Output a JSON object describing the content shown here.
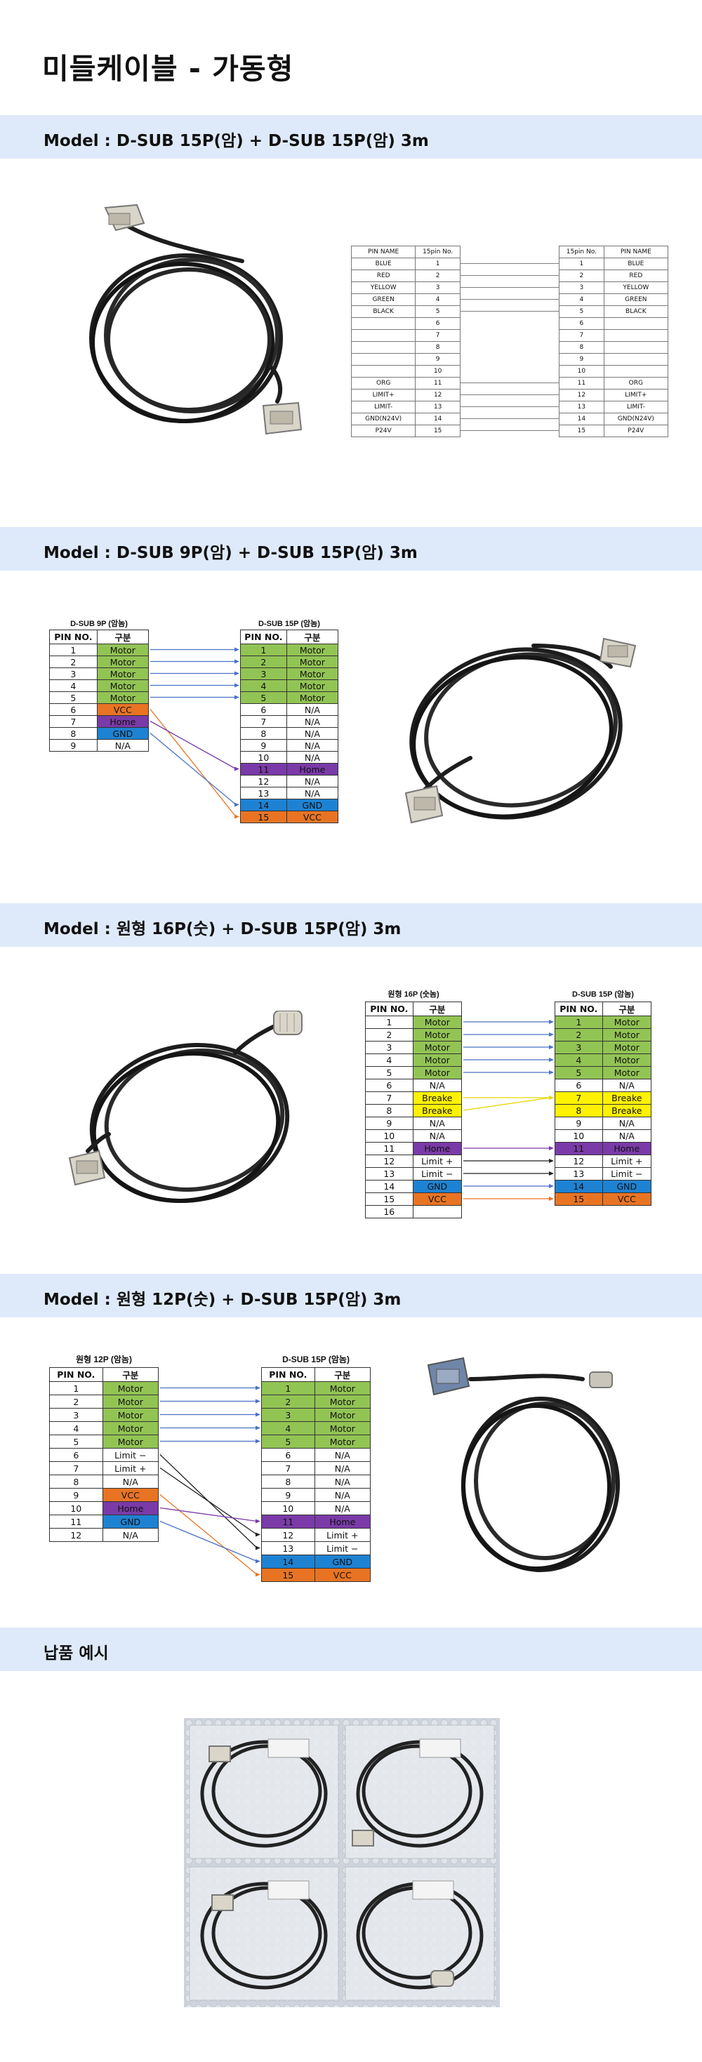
{
  "page": {
    "title": "미들케이블 - 가동형"
  },
  "sections": [
    {
      "label": "Model : D-SUB 15P(암) + D-SUB 15P(암) 3m"
    },
    {
      "label": "Model : D-SUB 9P(암) + D-SUB 15P(암) 3m"
    },
    {
      "label": "Model : 원형 16P(숫) + D-SUB 15P(암) 3m"
    },
    {
      "label": "Model : 원형 12P(숫) + D-SUB 15P(암) 3m"
    },
    {
      "label": "납품 예시"
    }
  ],
  "colors": {
    "band": "#deeafa",
    "motor": "#92c454",
    "vcc": "#e87423",
    "home": "#7a3aa8",
    "gnd": "#1e82d2",
    "brake": "#fff200",
    "wire_blue": "#4a72c4",
    "wire_orange": "#e87423",
    "wire_purple": "#7a3aa8",
    "wire_yellow": "#e6d600",
    "wire_black": "#222222"
  },
  "icons": [
    "cable-photo",
    "dsub-connector-icon",
    "round-connector-icon",
    "packaged-cables-photo"
  ],
  "table1": {
    "left_headers": [
      "PIN NAME",
      "15pin No."
    ],
    "right_headers": [
      "15pin No.",
      "PIN NAME"
    ],
    "rows": [
      [
        "BLUE",
        "1",
        "1",
        "BLUE"
      ],
      [
        "RED",
        "2",
        "2",
        "RED"
      ],
      [
        "YELLOW",
        "3",
        "3",
        "YELLOW"
      ],
      [
        "GREEN",
        "4",
        "4",
        "GREEN"
      ],
      [
        "BLACK",
        "5",
        "5",
        "BLACK"
      ],
      [
        "",
        "6",
        "6",
        ""
      ],
      [
        "",
        "7",
        "7",
        ""
      ],
      [
        "",
        "8",
        "8",
        ""
      ],
      [
        "",
        "9",
        "9",
        ""
      ],
      [
        "",
        "10",
        "10",
        ""
      ],
      [
        "ORG",
        "11",
        "11",
        "ORG"
      ],
      [
        "LIMIT+",
        "12",
        "12",
        "LIMIT+"
      ],
      [
        "LIMIT-",
        "13",
        "13",
        "LIMIT-"
      ],
      [
        "GND(N24V)",
        "14",
        "14",
        "GND(N24V)"
      ],
      [
        "P24V",
        "15",
        "15",
        "P24V"
      ]
    ]
  },
  "table2": {
    "left_caption": "D-SUB 9P (암놈)",
    "right_caption": "D-SUB 15P (암놈)",
    "headers": [
      "PIN NO.",
      "구분"
    ],
    "left_rows": [
      [
        "1",
        "Motor",
        "motor"
      ],
      [
        "2",
        "Motor",
        "motor"
      ],
      [
        "3",
        "Motor",
        "motor"
      ],
      [
        "4",
        "Motor",
        "motor"
      ],
      [
        "5",
        "Motor",
        "motor"
      ],
      [
        "6",
        "VCC",
        "vcc"
      ],
      [
        "7",
        "Home",
        "home"
      ],
      [
        "8",
        "GND",
        "gnd"
      ],
      [
        "9",
        "N/A",
        ""
      ]
    ],
    "right_rows": [
      [
        "1",
        "Motor",
        "motor"
      ],
      [
        "2",
        "Motor",
        "motor"
      ],
      [
        "3",
        "Motor",
        "motor"
      ],
      [
        "4",
        "Motor",
        "motor"
      ],
      [
        "5",
        "Motor",
        "motor"
      ],
      [
        "6",
        "N/A",
        ""
      ],
      [
        "7",
        "N/A",
        ""
      ],
      [
        "8",
        "N/A",
        ""
      ],
      [
        "9",
        "N/A",
        ""
      ],
      [
        "10",
        "N/A",
        ""
      ],
      [
        "11",
        "Home",
        "home"
      ],
      [
        "12",
        "N/A",
        ""
      ],
      [
        "13",
        "N/A",
        ""
      ],
      [
        "14",
        "GND",
        "gnd"
      ],
      [
        "15",
        "VCC",
        "vcc"
      ]
    ]
  },
  "table3": {
    "left_caption": "원형 16P (숫놈)",
    "right_caption": "D-SUB 15P (암놈)",
    "headers": [
      "PIN NO.",
      "구분"
    ],
    "left_rows": [
      [
        "1",
        "Motor",
        "motor"
      ],
      [
        "2",
        "Motor",
        "motor"
      ],
      [
        "3",
        "Motor",
        "motor"
      ],
      [
        "4",
        "Motor",
        "motor"
      ],
      [
        "5",
        "Motor",
        "motor"
      ],
      [
        "6",
        "N/A",
        ""
      ],
      [
        "7",
        "Breake",
        "brake"
      ],
      [
        "8",
        "Breake",
        "brake"
      ],
      [
        "9",
        "N/A",
        ""
      ],
      [
        "10",
        "N/A",
        ""
      ],
      [
        "11",
        "Home",
        "home"
      ],
      [
        "12",
        "Limit +",
        ""
      ],
      [
        "13",
        "Limit −",
        ""
      ],
      [
        "14",
        "GND",
        "gnd"
      ],
      [
        "15",
        "VCC",
        "vcc"
      ],
      [
        "16",
        "",
        ""
      ]
    ],
    "right_rows": [
      [
        "1",
        "Motor",
        "motor"
      ],
      [
        "2",
        "Motor",
        "motor"
      ],
      [
        "3",
        "Motor",
        "motor"
      ],
      [
        "4",
        "Motor",
        "motor"
      ],
      [
        "5",
        "Motor",
        "motor"
      ],
      [
        "6",
        "N/A",
        ""
      ],
      [
        "7",
        "Breake",
        "brake"
      ],
      [
        "8",
        "Breake",
        "brake"
      ],
      [
        "9",
        "N/A",
        ""
      ],
      [
        "10",
        "N/A",
        ""
      ],
      [
        "11",
        "Home",
        "home"
      ],
      [
        "12",
        "Limit +",
        ""
      ],
      [
        "13",
        "Limit −",
        ""
      ],
      [
        "14",
        "GND",
        "gnd"
      ],
      [
        "15",
        "VCC",
        "vcc"
      ]
    ]
  },
  "table4": {
    "left_caption": "원형 12P (암놈)",
    "right_caption": "D-SUB 15P (암놈)",
    "headers": [
      "PIN NO.",
      "구분"
    ],
    "left_rows": [
      [
        "1",
        "Motor",
        "motor"
      ],
      [
        "2",
        "Motor",
        "motor"
      ],
      [
        "3",
        "Motor",
        "motor"
      ],
      [
        "4",
        "Motor",
        "motor"
      ],
      [
        "5",
        "Motor",
        "motor"
      ],
      [
        "6",
        "Limit −",
        ""
      ],
      [
        "7",
        "Limit +",
        ""
      ],
      [
        "8",
        "N/A",
        ""
      ],
      [
        "9",
        "VCC",
        "vcc"
      ],
      [
        "10",
        "Home",
        "home"
      ],
      [
        "11",
        "GND",
        "gnd"
      ],
      [
        "12",
        "N/A",
        ""
      ]
    ],
    "right_rows": [
      [
        "1",
        "Motor",
        "motor"
      ],
      [
        "2",
        "Motor",
        "motor"
      ],
      [
        "3",
        "Motor",
        "motor"
      ],
      [
        "4",
        "Motor",
        "motor"
      ],
      [
        "5",
        "Motor",
        "motor"
      ],
      [
        "6",
        "N/A",
        ""
      ],
      [
        "7",
        "N/A",
        ""
      ],
      [
        "8",
        "N/A",
        ""
      ],
      [
        "9",
        "N/A",
        ""
      ],
      [
        "10",
        "N/A",
        ""
      ],
      [
        "11",
        "Home",
        "home"
      ],
      [
        "12",
        "Limit +",
        ""
      ],
      [
        "13",
        "Limit −",
        ""
      ],
      [
        "14",
        "GND",
        "gnd"
      ],
      [
        "15",
        "VCC",
        "vcc"
      ]
    ]
  }
}
